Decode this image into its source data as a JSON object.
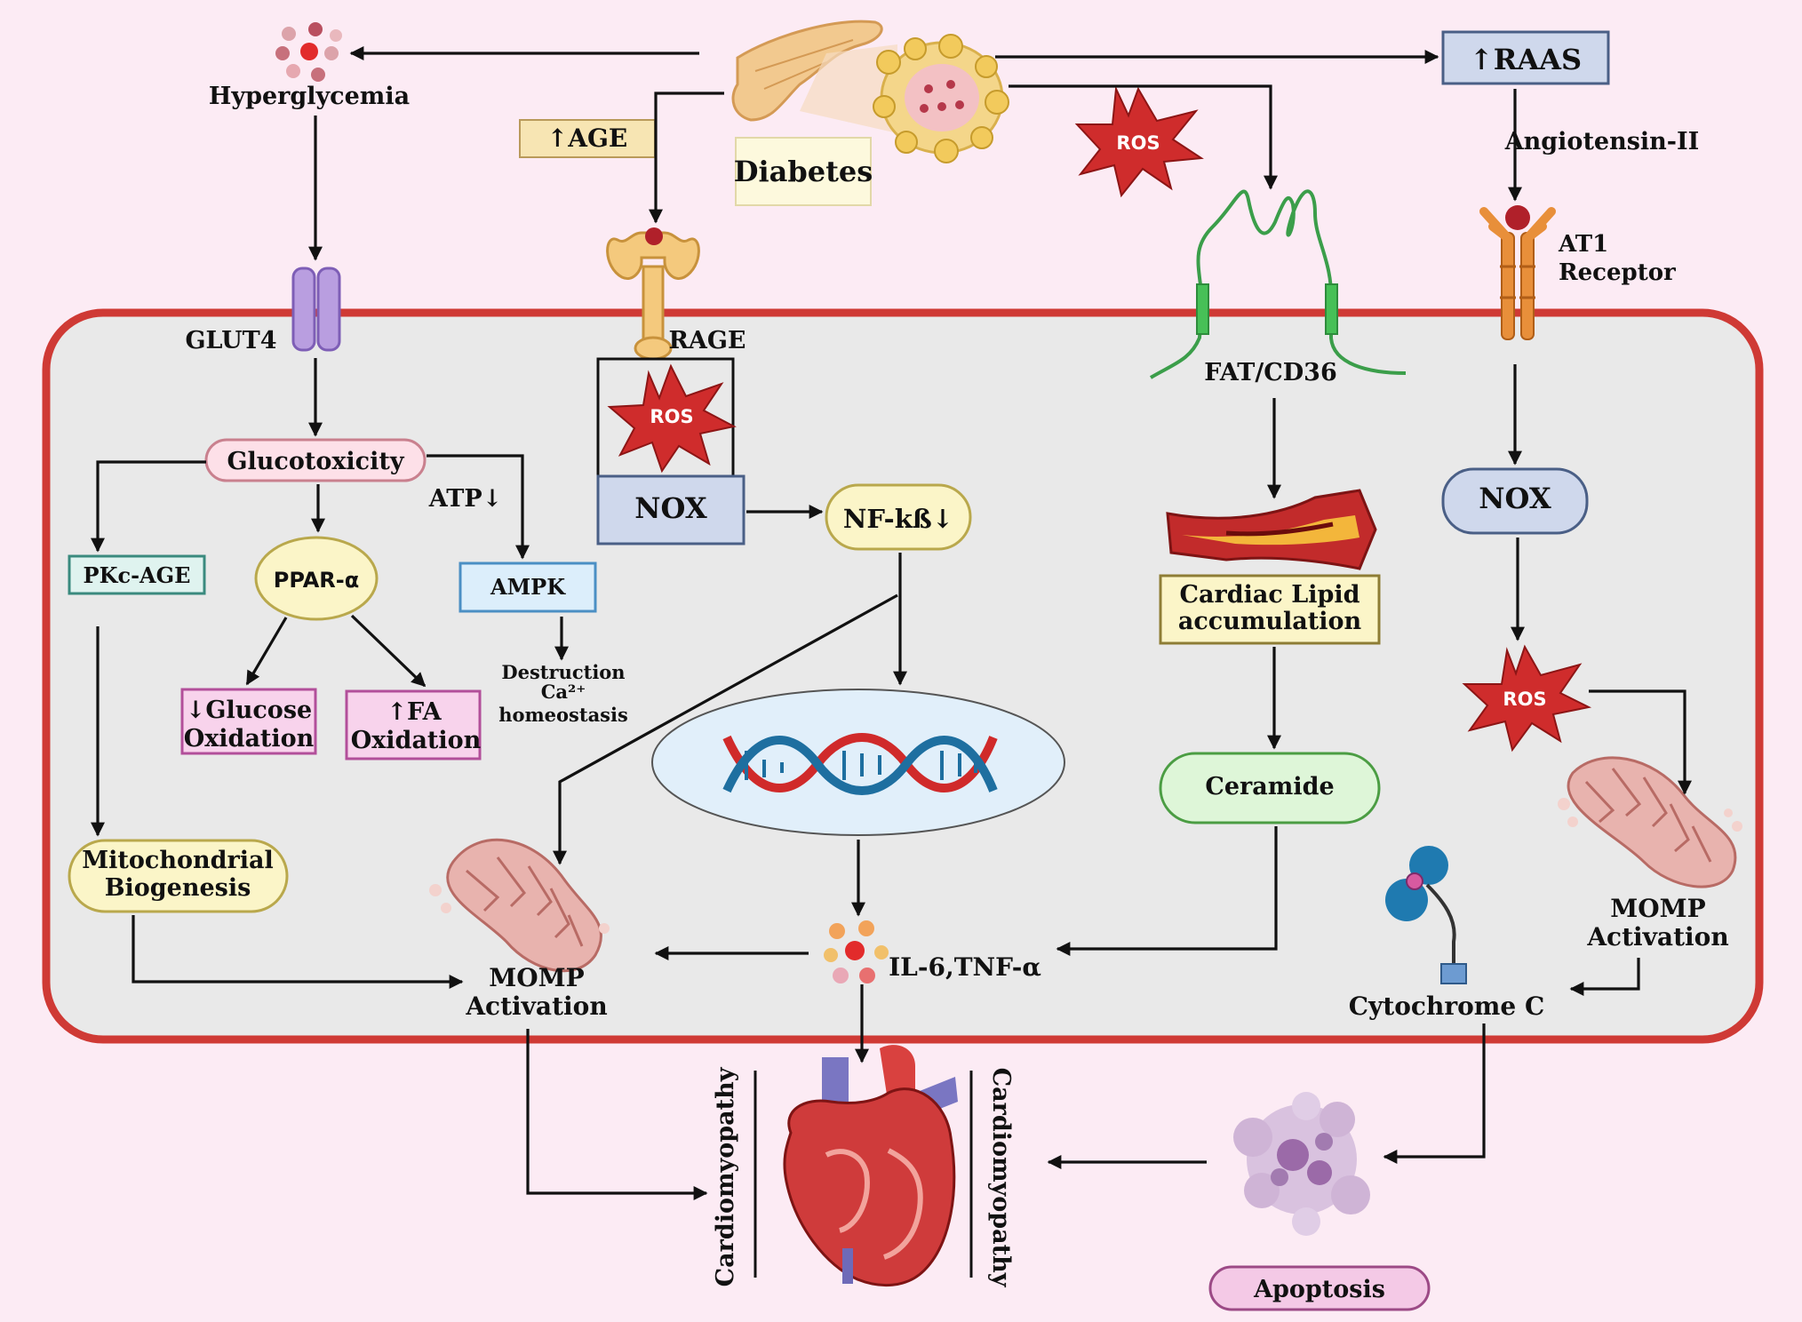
{
  "labels": {
    "hyperglycemia": "Hyperglycemia",
    "age": "↑AGE",
    "diabetes": "Diabetes",
    "ros": "ROS",
    "raas": "↑RAAS",
    "angiotensin": "Angiotensin-II",
    "at1_line1": "AT1",
    "at1_line2": "Receptor",
    "glut4": "GLUT4",
    "rage": "RAGE",
    "fat_cd36": "FAT/CD36",
    "glucotoxicity": "Glucotoxicity",
    "atp": "ATP↓",
    "pkc_age": "PKc-AGE",
    "ppar": "PPAR-α",
    "ampk": "AMPK",
    "destruction_line1": "Destruction",
    "destruction_line2": "Ca²⁺",
    "destruction_line3": "homeostasis",
    "glucose_ox_line1": "↓Glucose",
    "glucose_ox_line2": "Oxidation",
    "fa_ox_line1": "↑FA",
    "fa_ox_line2": "Oxidation",
    "nox": "NOX",
    "nfkb": "NF-kß↓",
    "cardiac_lipid_line1": "Cardiac Lipid",
    "cardiac_lipid_line2": "accumulation",
    "ceramide": "Ceramide",
    "mito_biogenesis_line1": "Mitochondrial",
    "mito_biogenesis_line2": "Biogenesis",
    "momp_line1": "MOMP",
    "momp_line2": "Activation",
    "il6_tnf": "IL-6,TNF-α",
    "cytochrome_c": "Cytochrome C",
    "cardiomyopathy": "Cardiomyopathy",
    "apoptosis": "Apoptosis"
  },
  "colors": {
    "background": "#fcebf4",
    "cell_fill": "#e9e9e9",
    "cell_border": "#cf3a35",
    "ros_red": "#cf2c2c",
    "raas_fill": "#cfd8ec",
    "age_fill": "#f7e5b3",
    "nox_fill": "#cfd8ec",
    "glucotoxicity_fill": "#fde0e8",
    "ppar_fill": "#fbf5c8",
    "pkc_fill": "#dff3ef",
    "ampk_fill": "#dceefb",
    "oxidation_fill": "#f8d3ec",
    "lipid_fill": "#fbf5c8",
    "ceramide_fill": "#def6d8",
    "apoptosis_fill": "#f4c9e6"
  },
  "icons": [
    "pancreas-icon",
    "islet-cells-icon",
    "glucose-dots-icon",
    "glut4-channel-icon",
    "rage-receptor-icon",
    "at1-receptor-icon",
    "fat-cd36-transporter-icon",
    "artery-plaque-icon",
    "dna-helix-icon",
    "mitochondrion-icon",
    "cytokine-dots-icon",
    "cytochrome-c-icon",
    "heart-icon",
    "apoptotic-cell-icon"
  ]
}
